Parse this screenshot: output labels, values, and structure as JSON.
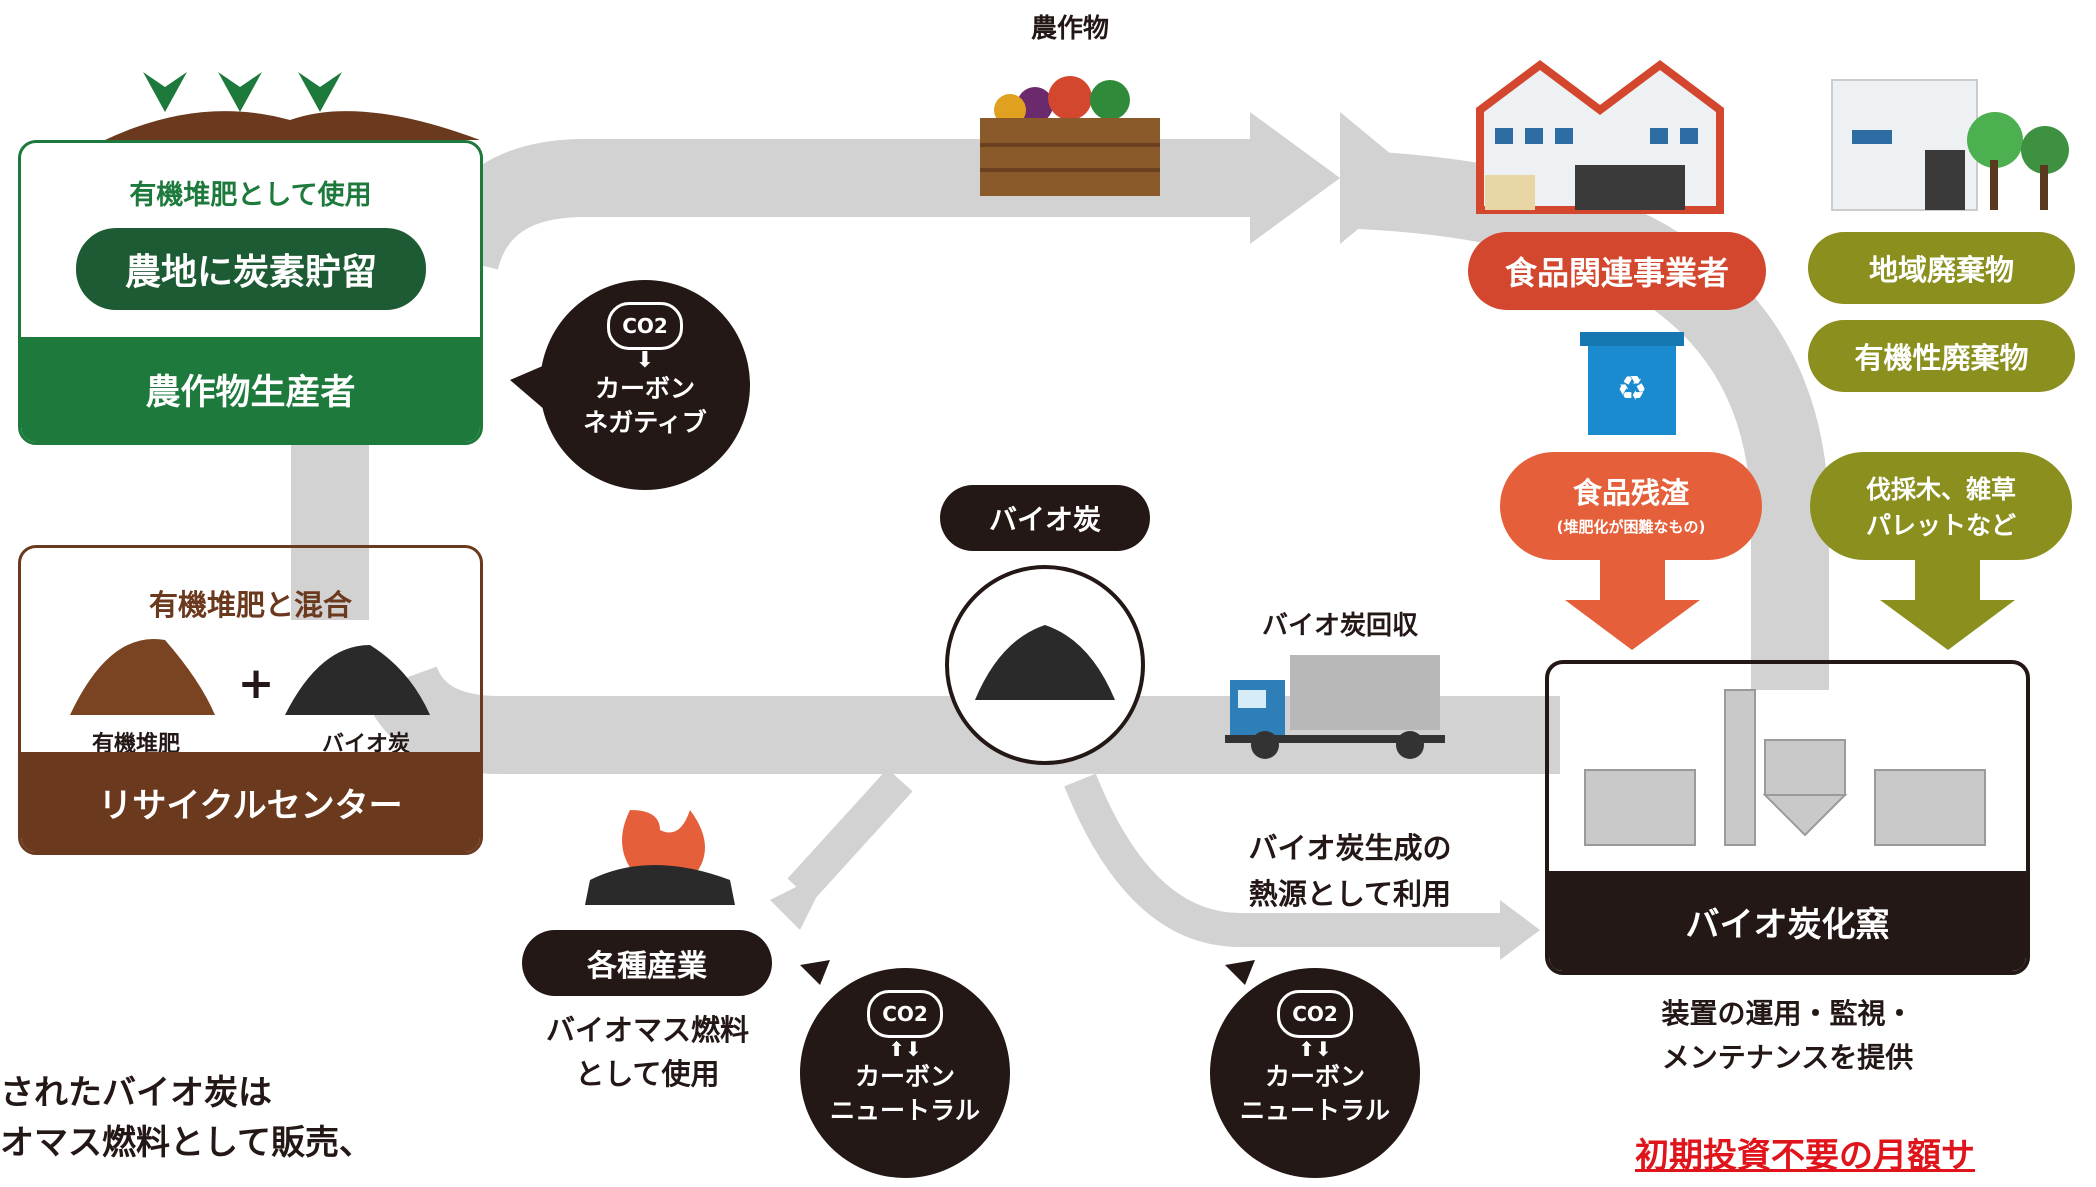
{
  "producer": {
    "compost_use": "有機堆肥として使用",
    "carbon_storage": "農地に炭素貯留",
    "title": "農作物生産者"
  },
  "crops_label": "農作物",
  "food_business": "食品関連事業者",
  "regional_waste": "地域廃棄物",
  "organic_waste": "有機性廃棄物",
  "food_residue": {
    "title": "食品残渣",
    "note": "(堆肥化が困難なもの)"
  },
  "wood_waste": {
    "line1": "伐採木、雑草",
    "line2": "パレットなど"
  },
  "carbon_negative": {
    "co2": "CO2",
    "line1": "カーボン",
    "line2": "ネガティブ"
  },
  "carbon_neutral_1": {
    "co2": "CO2",
    "line1": "カーボン",
    "line2": "ニュートラル"
  },
  "carbon_neutral_2": {
    "co2": "CO2",
    "line1": "カーボン",
    "line2": "ニュートラル"
  },
  "biochar_label": "バイオ炭",
  "biochar_collection": "バイオ炭回収",
  "recycle_center": {
    "mix": "有機堆肥と混合",
    "compost": "有機堆肥",
    "plus": "+",
    "biochar": "バイオ炭",
    "title": "リサイクルセンター"
  },
  "kiln": {
    "title": "バイオ炭化窯",
    "service_line1": "装置の運用・監視・",
    "service_line2": "メンテナンスを提供"
  },
  "heat_source": {
    "line1": "バイオ炭生成の",
    "line2": "熱源として利用"
  },
  "industries": {
    "title": "各種産業",
    "line1": "バイオマス燃料",
    "line2": "として使用"
  },
  "bottom_left": {
    "line1": "されたバイオ炭は",
    "line2": "オマス燃料として販売、"
  },
  "bottom_right": "初期投資不要の月額サ",
  "colors": {
    "green": "#1e7a3c",
    "dark_green": "#1d5b34",
    "brown": "#6b3a1e",
    "red": "#d2472d",
    "orange": "#e5603a",
    "olive": "#8a8f1e",
    "flow_gray": "#d0d0d0",
    "dark": "#231815"
  }
}
